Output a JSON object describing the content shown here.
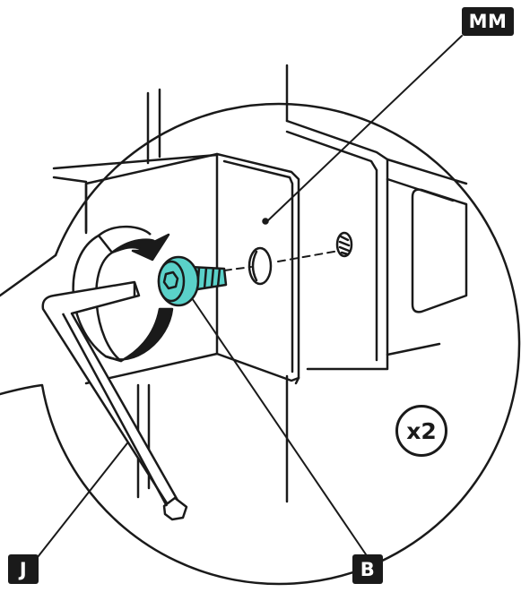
{
  "labels": {
    "part_mm": "MM",
    "part_j": "J",
    "part_b": "B",
    "quantity": "x2"
  },
  "colors": {
    "line": "#1a1a1a",
    "screw_accent": "#5ad1c9",
    "background": "#ffffff"
  },
  "icons": {
    "rotation": "clockwise-rotation-arrow-icon"
  }
}
